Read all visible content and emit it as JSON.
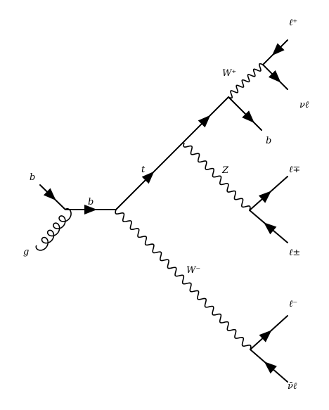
{
  "labels": {
    "b_in": "b",
    "g_in": "g",
    "b_prop": "b",
    "t_prop": "t",
    "w_plus": "W⁺",
    "z": "Z",
    "w_minus": "W⁻",
    "b_out": "b",
    "l_plus": "ℓ⁺",
    "nu_l": "νℓ",
    "l_mp": "ℓ∓",
    "l_pm": "ℓ±",
    "l_minus": "ℓ⁻",
    "nubar_l": "ν̄ℓ"
  },
  "colors": {
    "line": "#000000",
    "background": "#ffffff"
  }
}
